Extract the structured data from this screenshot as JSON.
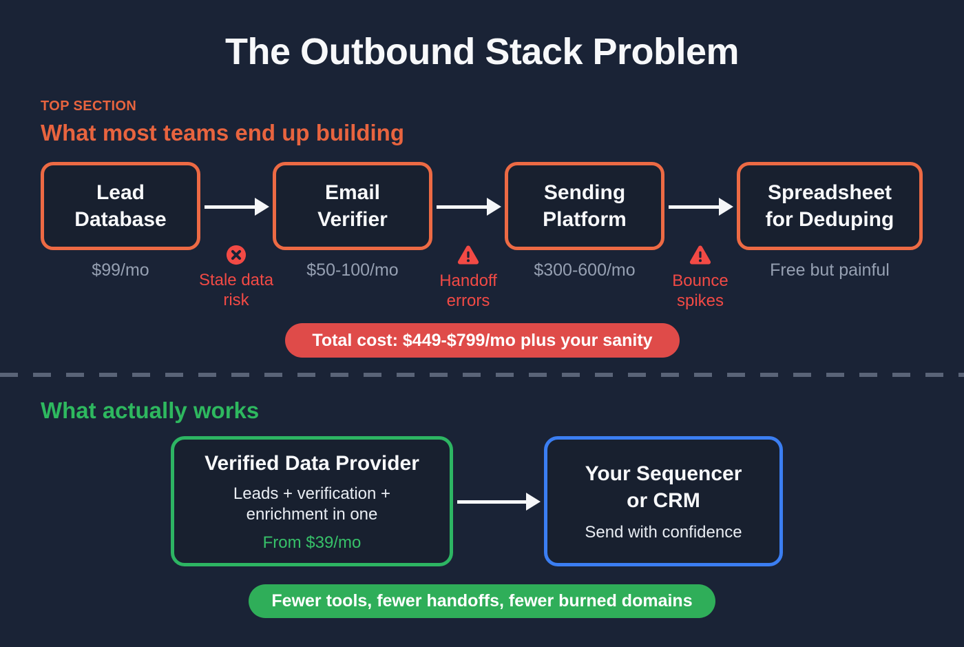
{
  "title": "The Outbound Stack Problem",
  "colors": {
    "background": "#1a2336",
    "orange_accent": "#e8643f",
    "orange_border": "#ed6a44",
    "red_warning": "#f24a45",
    "red_banner": "#df4b49",
    "green_accent": "#2eb85f",
    "green_border": "#2db563",
    "green_banner": "#2fae59",
    "blue_border": "#3b7ef2",
    "muted_price_text": "#96a0b2",
    "white_text": "#f7f8fa"
  },
  "top_section": {
    "eyebrow": "TOP SECTION",
    "heading": "What most teams end up building",
    "nodes": [
      {
        "label": "Lead Database",
        "price": "$99/mo"
      },
      {
        "label": "Email Verifier",
        "price": "$50-100/mo"
      },
      {
        "label": "Sending Platform",
        "price": "$300-600/mo"
      },
      {
        "label": "Spreadsheet for Deduping",
        "price": "Free but painful"
      }
    ],
    "warnings": [
      {
        "icon": "x-circle-icon",
        "line1": "Stale data",
        "line2": "risk"
      },
      {
        "icon": "warning-triangle-icon",
        "line1": "Handoff",
        "line2": "errors"
      },
      {
        "icon": "warning-triangle-icon",
        "line1": "Bounce",
        "line2": "spikes"
      }
    ],
    "total_banner": "Total cost: $449-$799/mo plus your sanity"
  },
  "bottom_section": {
    "heading": "What actually works",
    "provider_node": {
      "label": "Verified Data Provider",
      "sublabel_line1": "Leads + verification +",
      "sublabel_line2": "enrichment in one",
      "price": "From $39/mo"
    },
    "sequencer_node": {
      "label": "Your Sequencer or CRM",
      "sublabel": "Send with confidence"
    },
    "benefit_banner": "Fewer tools, fewer handoffs, fewer burned domains"
  }
}
